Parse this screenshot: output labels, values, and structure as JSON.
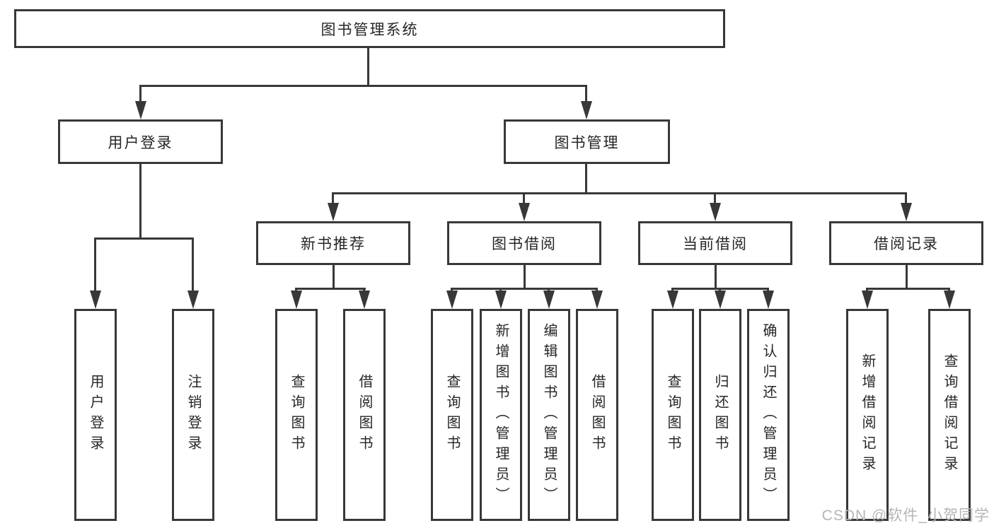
{
  "diagram": {
    "type": "tree",
    "tree": {
      "label": "图书管理系统",
      "children": [
        {
          "label": "用户登录",
          "children": [
            {
              "label": "用户登录"
            },
            {
              "label": "注销登录"
            }
          ]
        },
        {
          "label": "图书管理",
          "children": [
            {
              "label": "新书推荐",
              "children": [
                {
                  "label": "查询图书"
                },
                {
                  "label": "借阅图书"
                }
              ]
            },
            {
              "label": "图书借阅",
              "children": [
                {
                  "label": "查询图书"
                },
                {
                  "label": "新增图书（管理员）"
                },
                {
                  "label": "编辑图书（管理员）"
                },
                {
                  "label": "借阅图书"
                }
              ]
            },
            {
              "label": "当前借阅",
              "children": [
                {
                  "label": "查询图书"
                },
                {
                  "label": "归还图书"
                },
                {
                  "label": "确认归还（管理员）"
                }
              ]
            },
            {
              "label": "借阅记录",
              "children": [
                {
                  "label": "新增借阅记录"
                },
                {
                  "label": "查询借阅记录"
                }
              ]
            }
          ]
        }
      ]
    }
  },
  "watermark": {
    "text": "CSDN @软件_小贺同学"
  },
  "colors": {
    "line": "#383838",
    "text": "#262626",
    "box_background": "#ffffff",
    "page_background": "#ffffff",
    "watermark": "#b5b5b5"
  }
}
